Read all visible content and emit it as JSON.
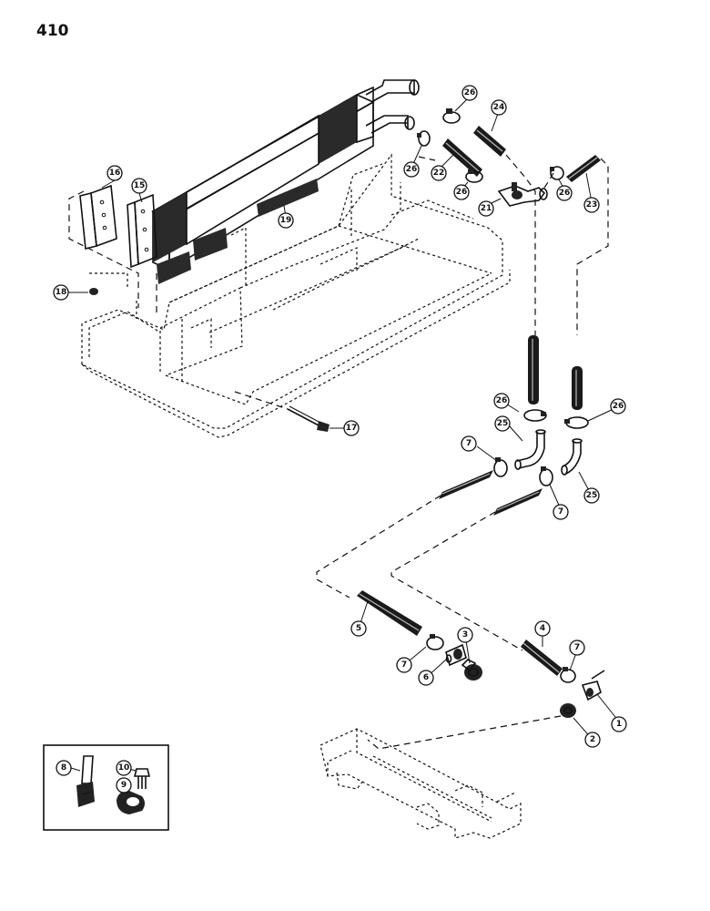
{
  "page_number": "410",
  "callouts": [
    {
      "id": "c1",
      "label": "1"
    },
    {
      "id": "c2",
      "label": "2"
    },
    {
      "id": "c3",
      "label": "3"
    },
    {
      "id": "c4",
      "label": "4"
    },
    {
      "id": "c5",
      "label": "5"
    },
    {
      "id": "c6",
      "label": "6"
    },
    {
      "id": "c7a",
      "label": "7"
    },
    {
      "id": "c7b",
      "label": "7"
    },
    {
      "id": "c7c",
      "label": "7"
    },
    {
      "id": "c7d",
      "label": "7"
    },
    {
      "id": "c8",
      "label": "8"
    },
    {
      "id": "c9",
      "label": "9"
    },
    {
      "id": "c10",
      "label": "10"
    },
    {
      "id": "c15",
      "label": "15"
    },
    {
      "id": "c16",
      "label": "16"
    },
    {
      "id": "c17",
      "label": "17"
    },
    {
      "id": "c18",
      "label": "18"
    },
    {
      "id": "c19",
      "label": "19"
    },
    {
      "id": "c21",
      "label": "21"
    },
    {
      "id": "c22",
      "label": "22"
    },
    {
      "id": "c23",
      "label": "23"
    },
    {
      "id": "c24",
      "label": "24"
    },
    {
      "id": "c25a",
      "label": "25"
    },
    {
      "id": "c25b",
      "label": "25"
    },
    {
      "id": "c26a",
      "label": "26"
    },
    {
      "id": "c26b",
      "label": "26"
    },
    {
      "id": "c26c",
      "label": "26"
    },
    {
      "id": "c26d",
      "label": "26"
    },
    {
      "id": "c26e",
      "label": "26"
    },
    {
      "id": "c26f",
      "label": "26"
    }
  ]
}
